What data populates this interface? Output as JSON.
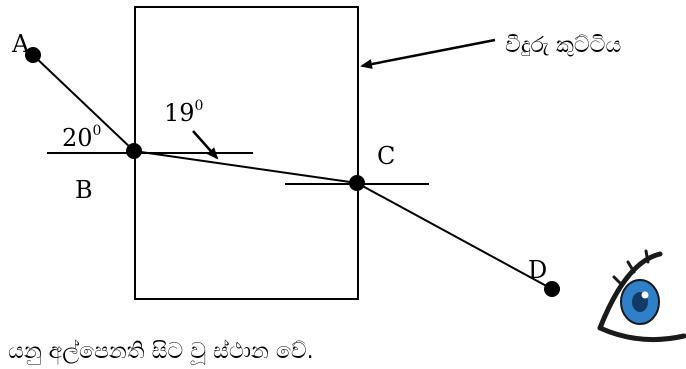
{
  "points": {
    "a": "A",
    "b": "B",
    "c": "C",
    "d": "D"
  },
  "angles": {
    "incidence": {
      "value": "20",
      "superscript": "0"
    },
    "refraction": {
      "value": "19",
      "superscript": "0"
    }
  },
  "annotation": {
    "glass_block": "වීදුරු කුට්ටිය"
  },
  "caption": "යනු අල්පෙනති සිට වූ ස්ථාන වේ.",
  "icon": {
    "name": "eye-icon",
    "iris_color": "#2f80c8",
    "outline_color": "#1a1a1a"
  }
}
